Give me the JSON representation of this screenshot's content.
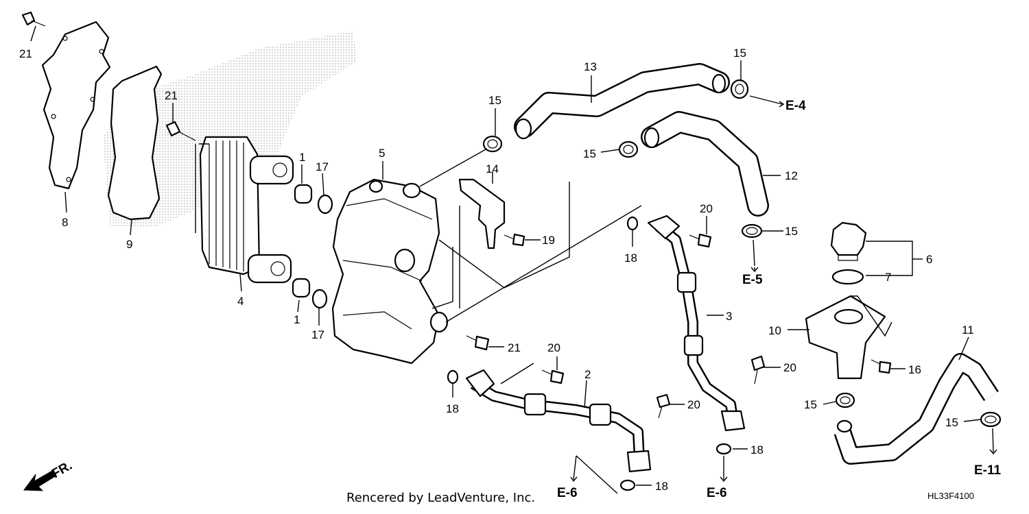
{
  "callouts": {
    "c21a": "21",
    "c8": "8",
    "c9": "9",
    "c21b": "21",
    "c4": "4",
    "c1a": "1",
    "c17a": "17",
    "c1b": "1",
    "c17b": "17",
    "c5": "5",
    "c15a": "15",
    "c13": "13",
    "c15b": "15",
    "c15c": "15",
    "c12": "12",
    "c14": "14",
    "c19": "19",
    "c20a": "20",
    "c18a": "18",
    "c15d": "15",
    "c6": "6",
    "c7": "7",
    "c3": "3",
    "c10": "10",
    "c11": "11",
    "c16": "16",
    "c21c": "21",
    "c20b": "20",
    "c2": "2",
    "c18b": "18",
    "c20c": "20",
    "c20d": "20",
    "c15e": "15",
    "c15f": "15",
    "c18c": "18",
    "c18d": "18"
  },
  "refs": {
    "e4": "E-4",
    "e5": "E-5",
    "e6a": "E-6",
    "e6b": "E-6",
    "e11": "E-11"
  },
  "direction": "FR.",
  "credit": "Rencered by LeadVenture, Inc.",
  "diagram_code": "HL33F4100"
}
